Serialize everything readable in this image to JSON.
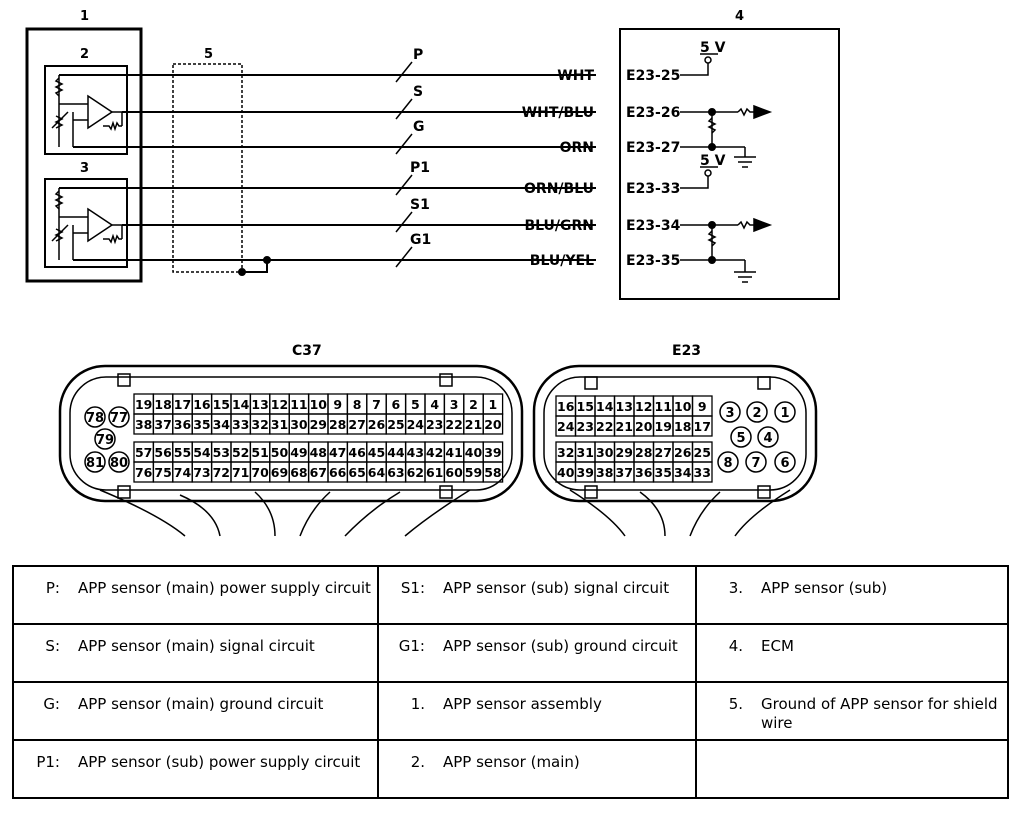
{
  "callouts": {
    "assembly": "1",
    "main_sensor": "2",
    "sub_sensor": "3",
    "ecm": "4",
    "shield": "5"
  },
  "wires": [
    {
      "circuit": "P",
      "color": "WHT",
      "pin": "E23-25"
    },
    {
      "circuit": "S",
      "color": "WHT/BLU",
      "pin": "E23-26"
    },
    {
      "circuit": "G",
      "color": "ORN",
      "pin": "E23-27"
    },
    {
      "circuit": "P1",
      "color": "ORN/BLU",
      "pin": "E23-33"
    },
    {
      "circuit": "S1",
      "color": "BLU/GRN",
      "pin": "E23-34"
    },
    {
      "circuit": "G1",
      "color": "BLU/YEL",
      "pin": "E23-35"
    }
  ],
  "supply": {
    "main": "5 V",
    "sub": "5 V"
  },
  "connectors": {
    "c37": {
      "name": "C37",
      "row1": [
        "19",
        "18",
        "17",
        "16",
        "15",
        "14",
        "13",
        "12",
        "11",
        "10",
        "9",
        "8",
        "7",
        "6",
        "5",
        "4",
        "3",
        "2",
        "1"
      ],
      "row2": [
        "38",
        "37",
        "36",
        "35",
        "34",
        "33",
        "32",
        "31",
        "30",
        "29",
        "28",
        "27",
        "26",
        "25",
        "24",
        "23",
        "22",
        "21",
        "20"
      ],
      "row3": [
        "57",
        "56",
        "55",
        "54",
        "53",
        "52",
        "51",
        "50",
        "49",
        "48",
        "47",
        "46",
        "45",
        "44",
        "43",
        "42",
        "41",
        "40",
        "39"
      ],
      "row4": [
        "76",
        "75",
        "74",
        "73",
        "72",
        "71",
        "70",
        "69",
        "68",
        "67",
        "66",
        "65",
        "64",
        "63",
        "62",
        "61",
        "60",
        "59",
        "58"
      ],
      "round": [
        "78",
        "77",
        "79",
        "81",
        "80"
      ]
    },
    "e23": {
      "name": "E23",
      "row1": [
        "16",
        "15",
        "14",
        "13",
        "12",
        "11",
        "10",
        "9"
      ],
      "row2": [
        "24",
        "23",
        "22",
        "21",
        "20",
        "19",
        "18",
        "17"
      ],
      "row3": [
        "32",
        "31",
        "30",
        "29",
        "28",
        "27",
        "26",
        "25"
      ],
      "row4": [
        "40",
        "39",
        "38",
        "37",
        "36",
        "35",
        "34",
        "33"
      ],
      "round": [
        "3",
        "2",
        "1",
        "5",
        "4",
        "8",
        "7",
        "6"
      ]
    }
  },
  "legend": [
    [
      {
        "code": "P:",
        "text": "APP sensor (main) power supply circuit"
      },
      {
        "code": "S1:",
        "text": "APP sensor (sub) signal circuit"
      },
      {
        "code": "3.",
        "text": "APP sensor (sub)"
      }
    ],
    [
      {
        "code": "S:",
        "text": "APP sensor (main) signal circuit"
      },
      {
        "code": "G1:",
        "text": "APP sensor (sub) ground circuit"
      },
      {
        "code": "4.",
        "text": "ECM"
      }
    ],
    [
      {
        "code": "G:",
        "text": "APP sensor (main) ground circuit"
      },
      {
        "code": "1.",
        "text": "APP sensor assembly"
      },
      {
        "code": "5.",
        "text": "Ground of APP sensor for shield wire"
      }
    ],
    [
      {
        "code": "P1:",
        "text": "APP sensor (sub) power supply circuit"
      },
      {
        "code": "2.",
        "text": "APP sensor (main)"
      },
      {
        "code": "",
        "text": ""
      }
    ]
  ]
}
